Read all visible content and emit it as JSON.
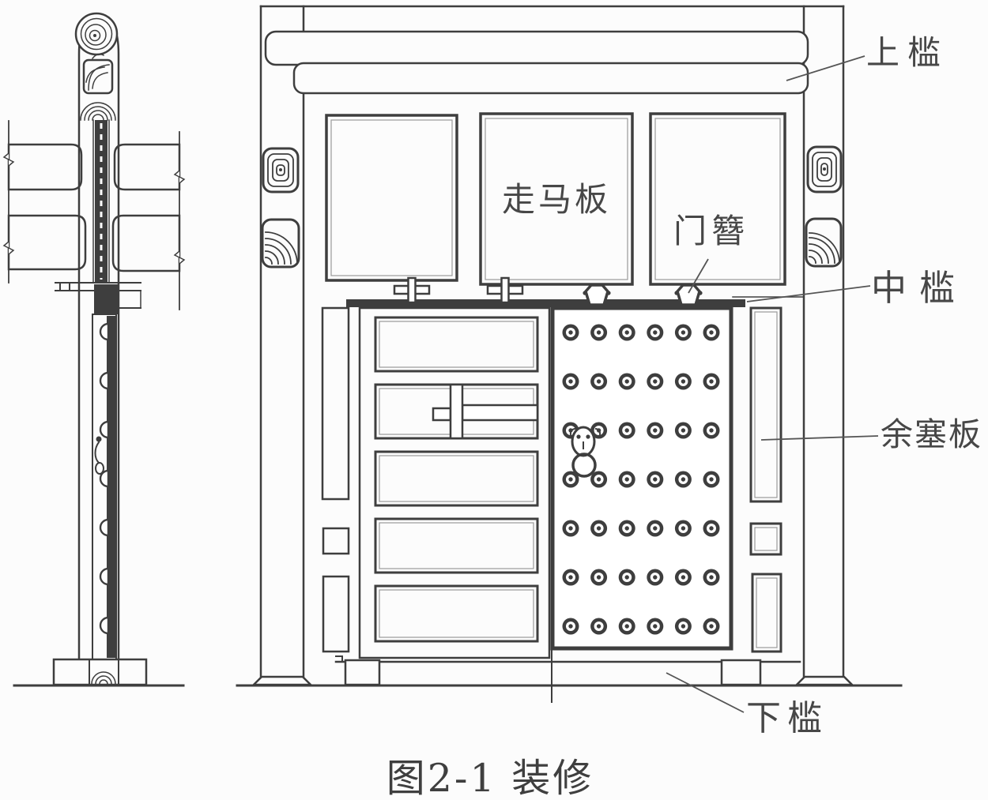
{
  "figure": {
    "caption": "图2-1 装修",
    "labels": {
      "top_lintel": "上槛",
      "zouma_board": "走马板",
      "door_stud": "门簪",
      "middle_lintel": "中槛",
      "yusai_board": "余塞板",
      "bottom_sill": "下槛"
    },
    "door_nails": {
      "rows": 7,
      "cols": 6
    },
    "side_nail_bumps": 7,
    "zouma_panel_count": 3,
    "door_stud_count": 2,
    "colors": {
      "line": "#3e3e3e",
      "line_light": "#9a9a9a",
      "text": "#474747",
      "background": "#fcfcfc"
    }
  }
}
